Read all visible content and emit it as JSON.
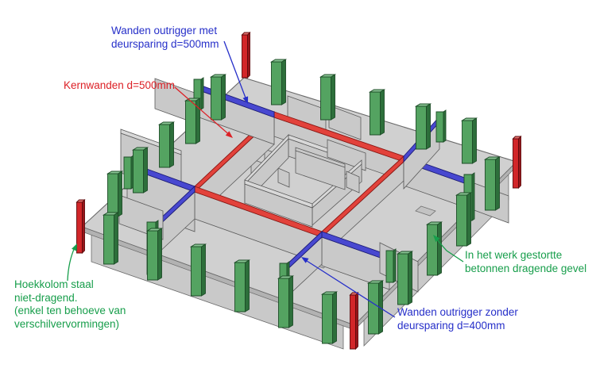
{
  "diagram": {
    "type": "isometric-structural-floor-diagram",
    "palette": {
      "slab": "#d0d0d0",
      "slab-edge": "#6a6a6a",
      "slab-side": "#b2b2b2",
      "skirt": "#c9c9c9",
      "wall-face": "#c9c9c9",
      "red-band": "#e2423b",
      "red-band-stroke": "#8c1713",
      "blue-band": "#4848d0",
      "blue-band-stroke": "#1c1c78",
      "green-front": "#54a361",
      "green-side": "#2d6f3b",
      "green-top": "#8ac695",
      "green-stroke": "#1d4d27",
      "red-col": "#d22629",
      "red-col-side": "#99151a",
      "label-blue": "#262fc9",
      "label-red": "#dc2026",
      "label-green": "#179e4b"
    },
    "labels": {
      "outrigger_met": {
        "color": "#262fc9",
        "lines": [
          "Wanden outrigger met",
          "deursparing d=500mm"
        ]
      },
      "kernwanden": {
        "color": "#dc2026",
        "lines": [
          "Kernwanden d=500mm"
        ]
      },
      "hoekkolom": {
        "color": "#179e4b",
        "lines": [
          "Hoekkolom staal",
          "niet-dragend.",
          "(enkel ten behoeve van",
          "verschilvervormingen)"
        ]
      },
      "gevel": {
        "color": "#179e4b",
        "lines": [
          "In het werk gestortte",
          "betonnen dragende gevel"
        ]
      },
      "outrigger_zonder": {
        "color": "#262fc9",
        "lines": [
          "Wanden outrigger zonder",
          "deursparing d=400mm"
        ]
      }
    }
  }
}
